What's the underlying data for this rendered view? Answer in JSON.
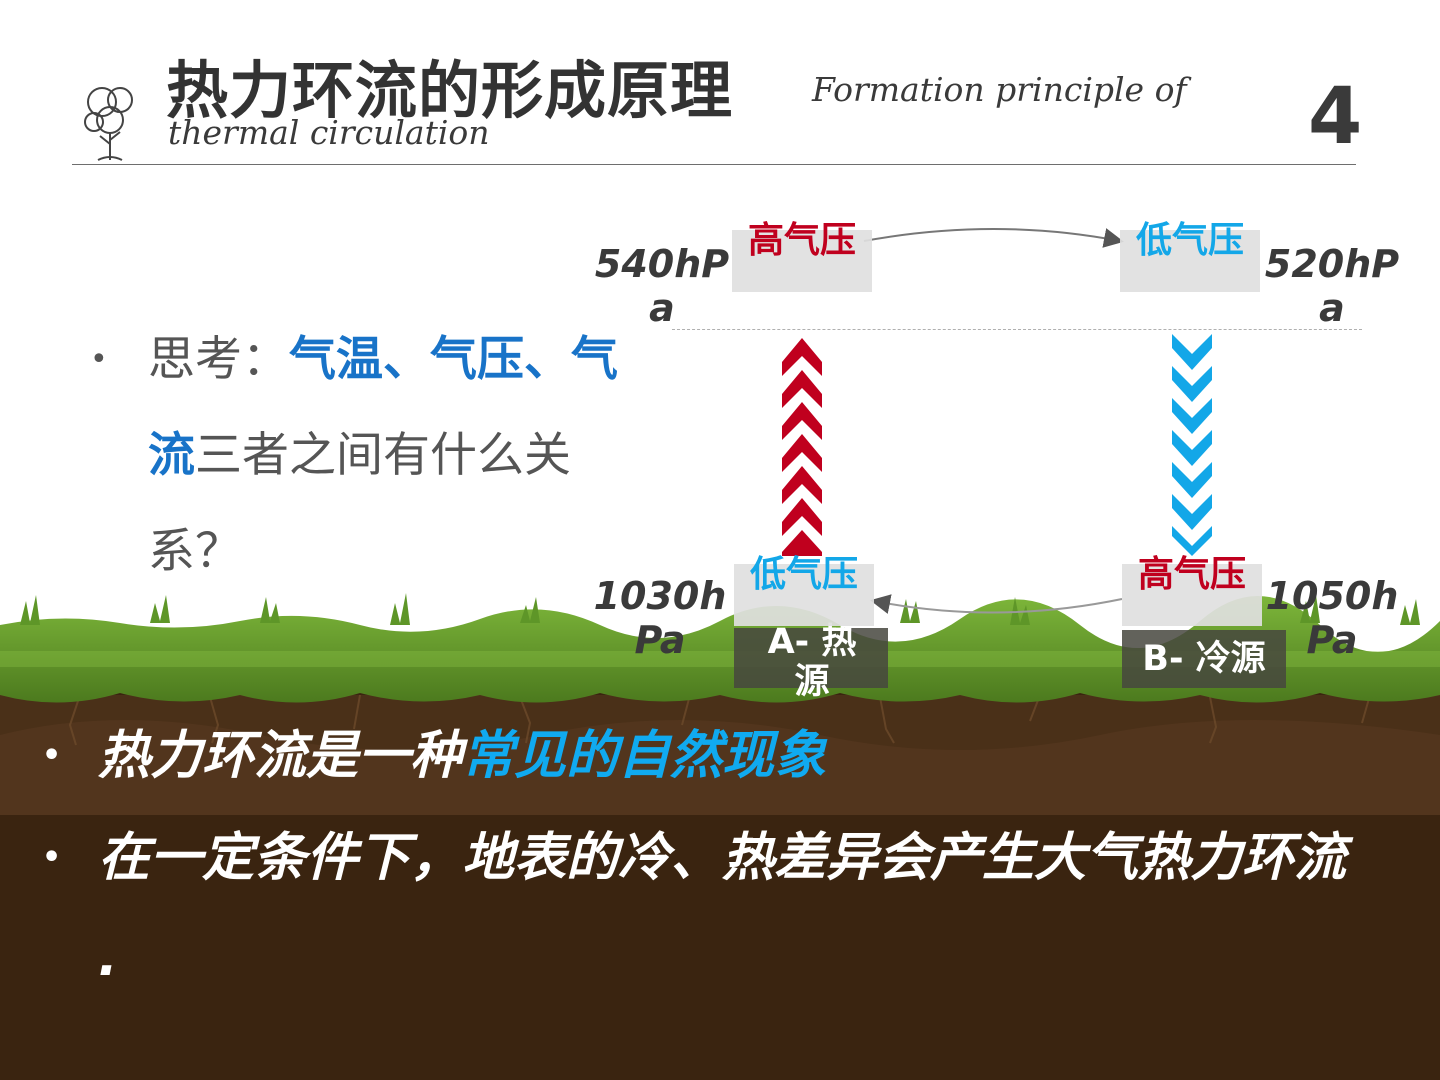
{
  "header": {
    "title": "热力环流的形成原理",
    "subtitle_line1": "Formation principle of",
    "subtitle_line2": "thermal circulation",
    "page_number": "4"
  },
  "question": {
    "prefix": "思考：",
    "highlight": "气温、气压、气流",
    "suffix": "三者之间有什么关系？"
  },
  "diagram": {
    "top_left": {
      "label": "高气压",
      "value": "540hPa"
    },
    "top_right": {
      "label": "低气压",
      "value": "520hPa"
    },
    "bottom_left": {
      "label": "低气压",
      "value": "1030hPa",
      "source": "A- 热源"
    },
    "bottom_right": {
      "label": "高气压",
      "value": "1050hPa",
      "source": "B- 冷源"
    }
  },
  "bottom": {
    "line1_plain": "热力环流是一种",
    "line1_highlight": "常见的自然现象",
    "line2": "在一定条件下，地表的冷、热差异会产生大气热力环流 ."
  },
  "colors": {
    "high_pressure": "#c0001e",
    "low_pressure": "#13a7e8",
    "highlight_blue": "#1873c8",
    "grass": "#6aa02e",
    "soil": "#3a2410"
  },
  "icons": [
    "tree-logo-icon",
    "up-chevron-arrow-icon",
    "down-chevron-arrow-icon",
    "curved-arrow-icon"
  ]
}
